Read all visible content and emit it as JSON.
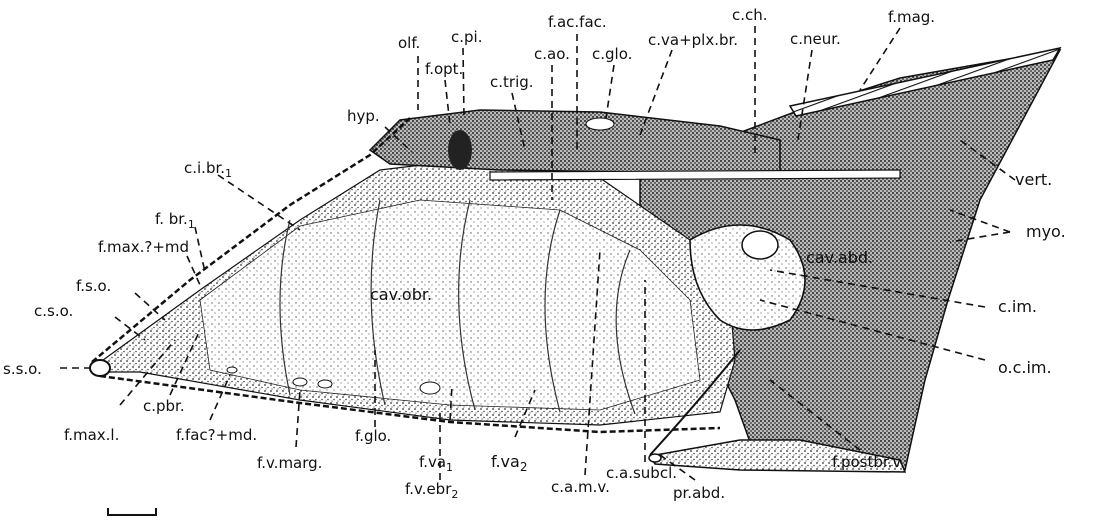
{
  "labels": {
    "olf": "olf.",
    "f_opt": "f.opt.",
    "c_pi": "c.pi.",
    "f_ac_fac": "f.ac.fac.",
    "c_ch": "c.ch.",
    "f_mag": "f.mag.",
    "hyp": "hyp.",
    "c_trig": "c.trig.",
    "c_ao": "c.ao.",
    "c_glo": "c.glo.",
    "c_va_plx": "c.va+plx.br.",
    "c_neur": "c.neur.",
    "vert": "vert.",
    "c_i_br": "c.i.br.",
    "c_i_br_sub": "1",
    "f_br": "f. br.",
    "f_br_sub": "1",
    "f_max_md": "f.max.?+md",
    "f_s_o": "f.s.o.",
    "c_s_o": "c.s.o.",
    "s_s_o": "s.s.o.",
    "cav_obr": "cav.obr.",
    "myo": "myo.",
    "cav_abd": "cav.abd.",
    "c_im": "c.im.",
    "o_c_im": "o.c.im.",
    "c_pbr": "c.pbr.",
    "f_max_l": "f.max.l.",
    "f_fac_md": "f.fac?+md.",
    "f_v_marg": "f.v.marg.",
    "f_glo": "f.glo.",
    "f_va1": "f.va",
    "f_va1_sub": "1",
    "f_va2": "f.va",
    "f_va2_sub": "2",
    "f_v_ebr": "f.v.ebr",
    "f_v_ebr_sub": "2",
    "c_a_m_v": "c.a.m.v.",
    "c_a_subcl": "c.a.subcl.",
    "pr_abd": "pr.abd.",
    "f_postbr_v": "f.postbr.v."
  }
}
